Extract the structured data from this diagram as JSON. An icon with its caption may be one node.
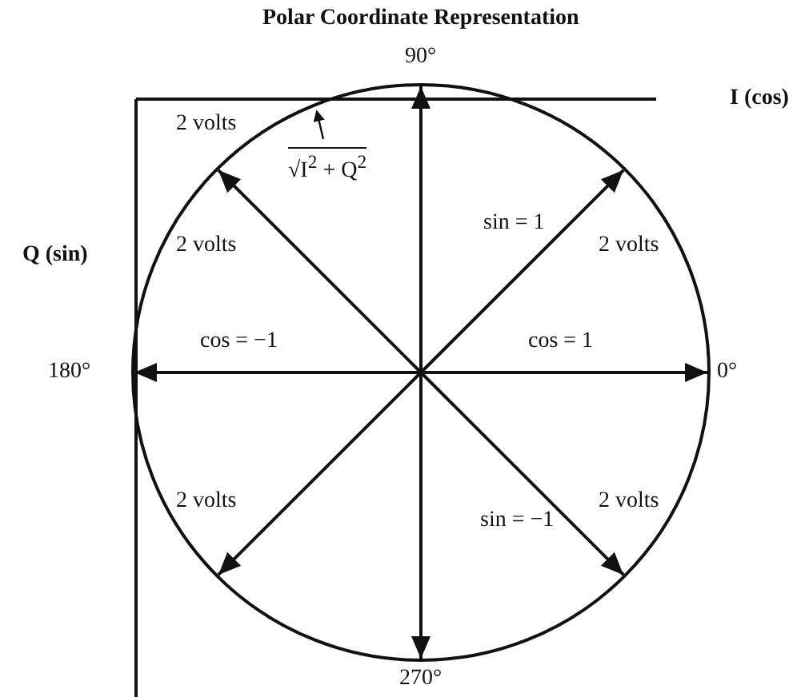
{
  "diagram": {
    "title": "Polar Coordinate Representation",
    "nodes": [
      {
        "text": [],
        "shape": "circle"
      },
      {
        "text": [
          "√I$^{2}$ + Q$^{2}$"
        ],
        "in": 0
      }
    ],
    "edges": [
      {
        "from": 1,
        "to": 0,
        "arrow": "to"
      }
    ],
    "labels": [
      "90°",
      "I (cos)",
      "2 volts",
      "sin = 1",
      "Q (sin)",
      "2 volts",
      "2 volts",
      "180°",
      "cos = −1",
      "cos = 1",
      "0°",
      "2 volts",
      "sin = −1",
      "2 volts",
      "270°"
    ]
  }
}
